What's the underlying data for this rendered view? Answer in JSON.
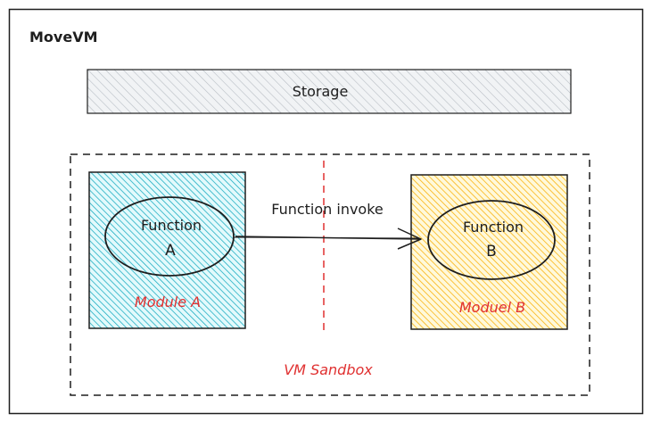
{
  "title": "MoveVM",
  "storage": {
    "label": "Storage"
  },
  "sandbox": {
    "label": "VM Sandbox"
  },
  "module_a": {
    "label": "Module A",
    "function": {
      "line1": "Function",
      "line2": "A"
    }
  },
  "module_b": {
    "label": "Moduel B",
    "function": {
      "line1": "Function",
      "line2": "B"
    }
  },
  "arrow": {
    "label": "Function invoke"
  },
  "colors": {
    "stroke": "#1e1e1e",
    "accent_red": "#e03131",
    "module_a_fill": "#15aabf",
    "module_b_fill": "#fab005",
    "storage_fill": "#adb5bd"
  }
}
